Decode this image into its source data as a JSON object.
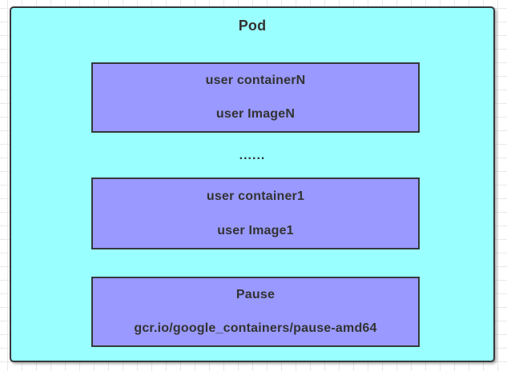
{
  "diagram": {
    "title": "Pod",
    "ellipsis": "......",
    "containers": [
      {
        "name": "user containerN",
        "image": "user ImageN"
      },
      {
        "name": "user container1",
        "image": "user Image1"
      },
      {
        "name": "Pause",
        "image": "gcr.io/google_containers/pause-amd64"
      }
    ],
    "colors": {
      "pod_fill": "#99FFFF",
      "container_fill": "#9999FF",
      "shape_border": "#36393d",
      "text": "#333333",
      "canvas_background": "#ffffff",
      "grid_line": "#e9e9e9"
    }
  }
}
